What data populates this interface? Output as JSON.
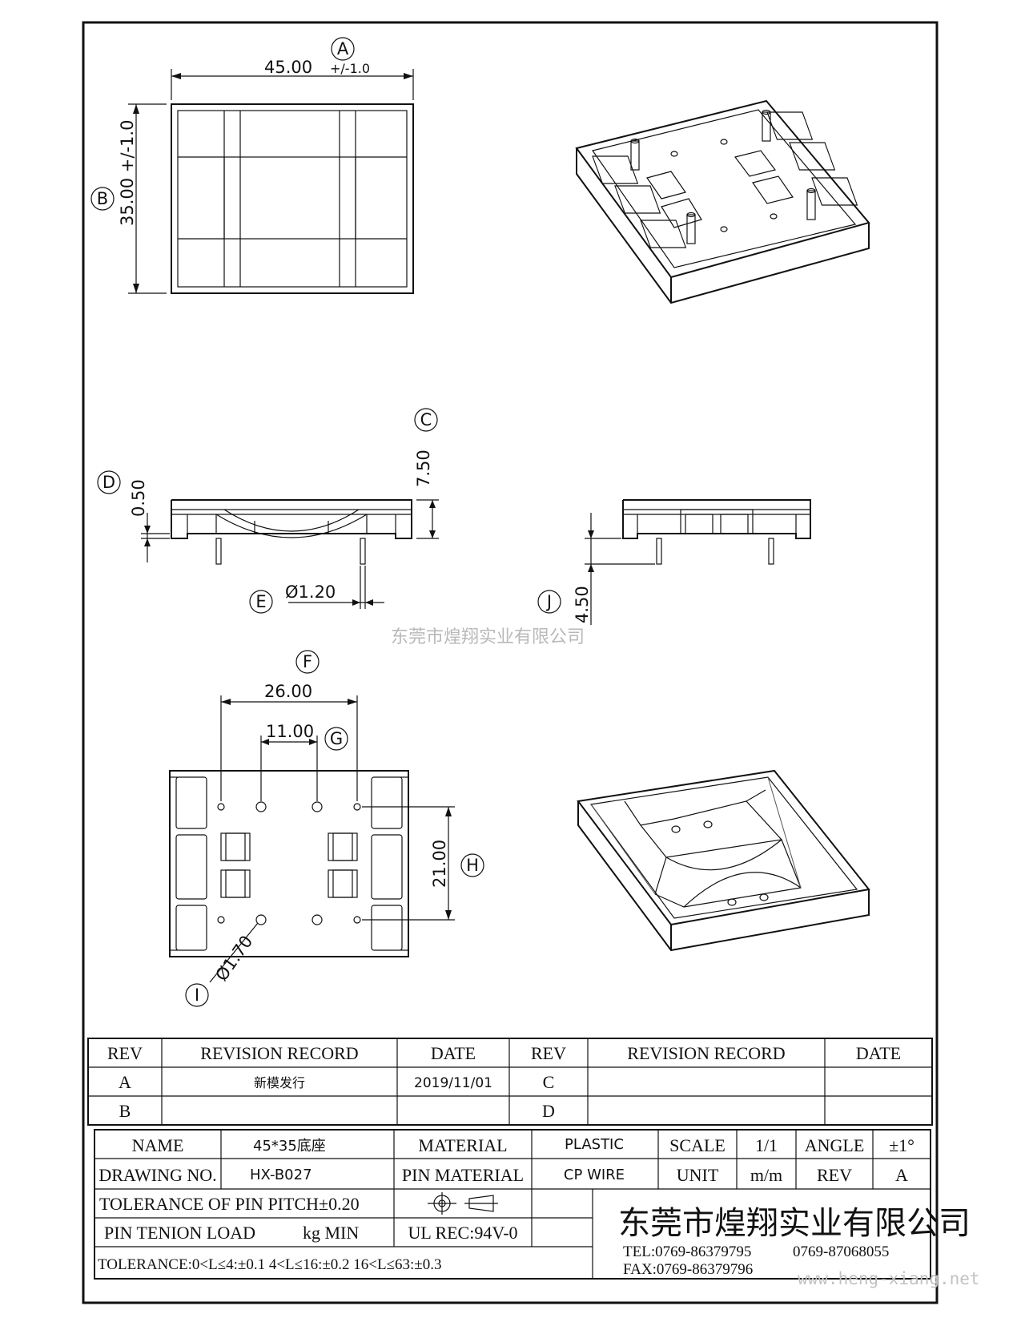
{
  "dimensions": {
    "A": {
      "tag": "A",
      "value": "45.00",
      "tol": "+/-1.0"
    },
    "B": {
      "tag": "B",
      "value": "35.00 +/-1.0"
    },
    "C": {
      "tag": "C",
      "value": "7.50"
    },
    "D": {
      "tag": "D",
      "value": "0.50"
    },
    "E": {
      "tag": "E",
      "value": "Ø1.20"
    },
    "F": {
      "tag": "F",
      "value": "26.00"
    },
    "G": {
      "tag": "G",
      "value": "11.00"
    },
    "H": {
      "tag": "H",
      "value": "21.00"
    },
    "I": {
      "tag": "I",
      "value": "Ø1.70"
    },
    "J": {
      "tag": "J",
      "value": "4.50"
    }
  },
  "watermark": "东莞市煌翔实业有限公司",
  "revision_table": {
    "headers": [
      "REV",
      "REVISION RECORD",
      "DATE",
      "REV",
      "REVISION RECORD",
      "DATE"
    ],
    "rows": [
      {
        "rev": "A",
        "record": "新模发行",
        "date": "2019/11/01",
        "rev2": "C",
        "record2": "",
        "date2": ""
      },
      {
        "rev": "B",
        "record": "",
        "date": "",
        "rev2": "D",
        "record2": "",
        "date2": ""
      }
    ]
  },
  "title_block": {
    "name_label": "NAME",
    "name_value": "45*35底座",
    "material_label": "MATERIAL",
    "material_value": "PLASTIC",
    "scale_label": "SCALE",
    "scale_value": "1/1",
    "angle_label": "ANGLE",
    "angle_value": "±1°",
    "drawing_no_label": "DRAWING NO.",
    "drawing_no_value": "HX-B027",
    "pin_material_label": "PIN MATERIAL",
    "pin_material_value": "CP WIRE",
    "unit_label": "UNIT",
    "unit_value": "m/m",
    "rev_label": "REV",
    "rev_value": "A",
    "tolerance_pitch": "TOLERANCE OF PIN PITCH±0.20",
    "pin_tension": "PIN TENION LOAD",
    "pin_tension_unit": "kg MIN",
    "ul_rec": "UL REC:94V-0",
    "tolerance_general": "TOLERANCE:0<L≤4:±0.1  4<L≤16:±0.2  16<L≤63:±0.3",
    "company": "东莞市煌翔实业有限公司",
    "tel": "TEL:0769-86379795",
    "tel2": "0769-87068055",
    "fax": "FAX:0769-86379796"
  },
  "site_watermark": "www.heng-xiang.net"
}
